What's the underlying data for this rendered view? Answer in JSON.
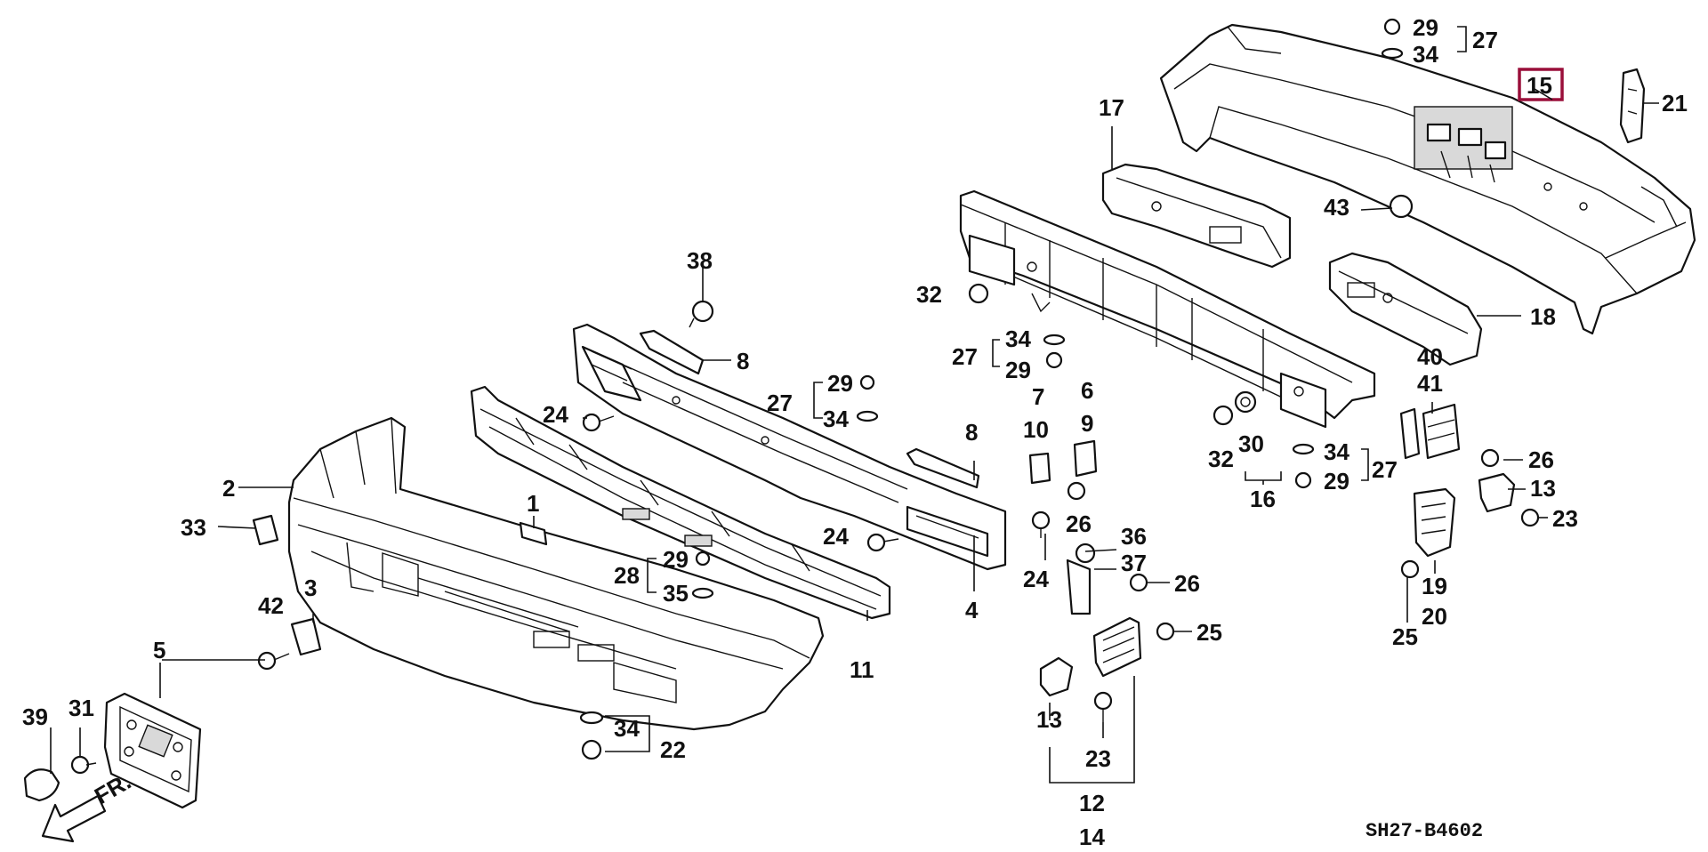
{
  "diagram": {
    "code": "SH27-B4602",
    "direction_label": "FR.",
    "highlight_color": "#9a0f3a",
    "labels": {
      "l1": "1",
      "l2": "2",
      "l3": "3",
      "l4": "4",
      "l5": "5",
      "l6": "6",
      "l7": "7",
      "l8a": "8",
      "l8b": "8",
      "l9": "9",
      "l10": "10",
      "l11": "11",
      "l12": "12",
      "l13a": "13",
      "l13b": "13",
      "l14": "14",
      "l15": "15",
      "l16": "16",
      "l17": "17",
      "l18": "18",
      "l19": "19",
      "l20": "20",
      "l21": "21",
      "l22": "22",
      "l23a": "23",
      "l23b": "23",
      "l24a": "24",
      "l24b": "24",
      "l24c": "24",
      "l25a": "25",
      "l25b": "25",
      "l26a": "26",
      "l26b": "26",
      "l26c": "26",
      "l27a": "27",
      "l27b": "27",
      "l27c": "27",
      "l27d": "27",
      "l28": "28",
      "l29a": "29",
      "l29b": "29",
      "l29c": "29",
      "l29d": "29",
      "l29e": "29",
      "l30": "30",
      "l31": "31",
      "l32a": "32",
      "l32b": "32",
      "l33": "33",
      "l34a": "34",
      "l34b": "34",
      "l34c": "34",
      "l34d": "34",
      "l34e": "34",
      "l35": "35",
      "l36": "36",
      "l37": "37",
      "l38": "38",
      "l39": "39",
      "l40": "40",
      "l41": "41",
      "l42": "42",
      "l43": "43"
    }
  }
}
